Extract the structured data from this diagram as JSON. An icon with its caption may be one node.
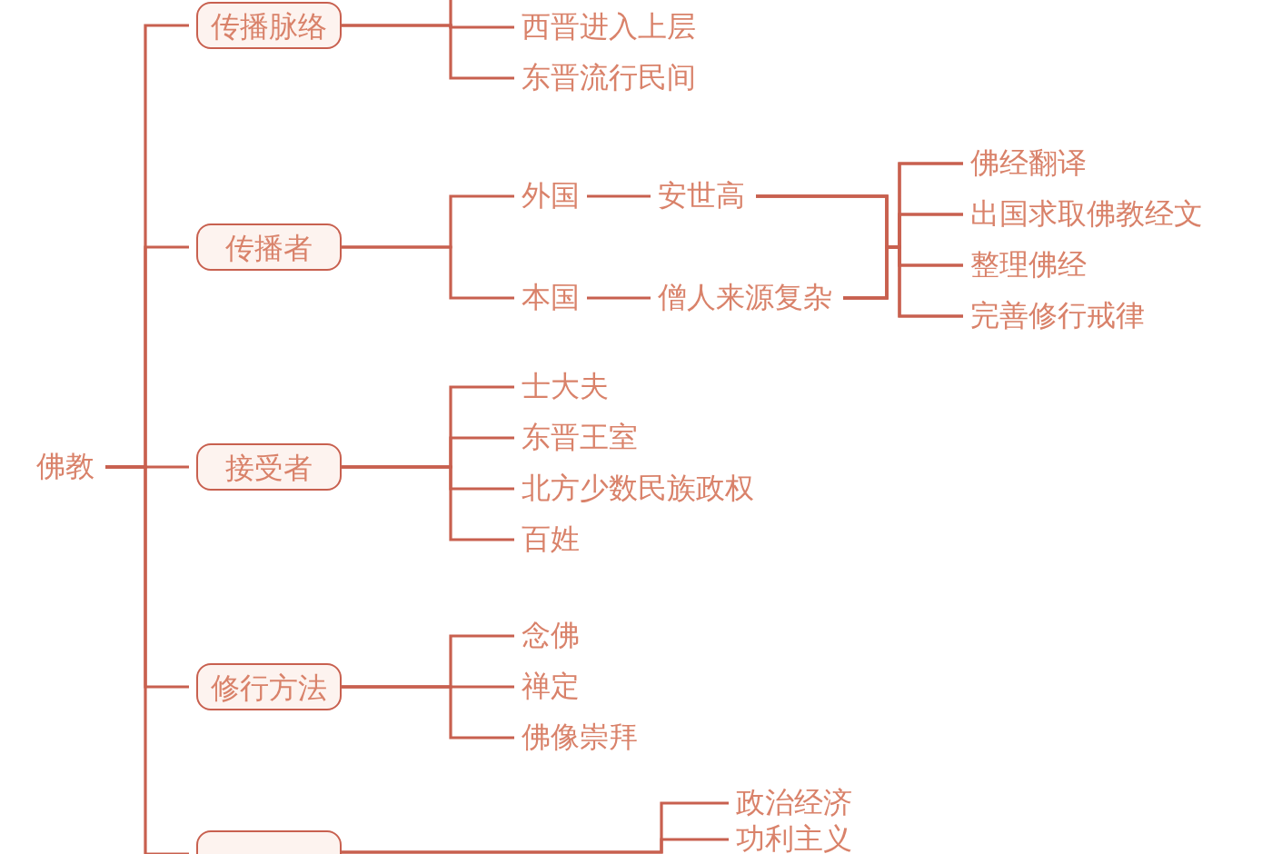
{
  "diagram": {
    "nodes": [
      {
        "text": [
          "佛教"
        ]
      },
      {
        "text": [
          "传播脉络"
        ]
      },
      {
        "text": [
          "西晋进入上层"
        ]
      },
      {
        "text": [
          "东晋流行民间"
        ]
      },
      {
        "text": [
          "传播者"
        ]
      },
      {
        "text": [
          "外国"
        ]
      },
      {
        "text": [
          "安世高"
        ]
      },
      {
        "text": [
          "本国"
        ]
      },
      {
        "text": [
          "僧人来源复杂"
        ]
      },
      {
        "text": [
          "佛经翻译"
        ]
      },
      {
        "text": [
          "出国求取佛教经文"
        ]
      },
      {
        "text": [
          "整理佛经"
        ]
      },
      {
        "text": [
          "完善修行戒律"
        ]
      },
      {
        "text": [
          "接受者"
        ]
      },
      {
        "text": [
          "士大夫"
        ]
      },
      {
        "text": [
          "东晋王室"
        ]
      },
      {
        "text": [
          "北方少数民族政权"
        ]
      },
      {
        "text": [
          "百姓"
        ]
      },
      {
        "text": [
          "修行方法"
        ]
      },
      {
        "text": [
          "念佛"
        ]
      },
      {
        "text": [
          "禅定"
        ]
      },
      {
        "text": [
          "佛像崇拜"
        ]
      },
      {
        "text": [],
        "shape": "box"
      },
      {
        "text": [
          "政治经济"
        ]
      },
      {
        "text": [
          "功利主义"
        ]
      }
    ],
    "edges": [
      {
        "from": 0,
        "to": 1,
        "arrow": "none"
      },
      {
        "from": 0,
        "to": 4,
        "arrow": "none"
      },
      {
        "from": 0,
        "to": 13,
        "arrow": "none"
      },
      {
        "from": 0,
        "to": 18,
        "arrow": "none"
      },
      {
        "from": 0,
        "to": 22,
        "arrow": "none"
      },
      {
        "from": 1,
        "to": 2,
        "arrow": "none"
      },
      {
        "from": 1,
        "to": 3,
        "arrow": "none"
      },
      {
        "from": 4,
        "to": 5,
        "arrow": "none"
      },
      {
        "from": 4,
        "to": 7,
        "arrow": "none"
      },
      {
        "from": 5,
        "to": 6,
        "arrow": "none"
      },
      {
        "from": 7,
        "to": 8,
        "arrow": "none"
      },
      {
        "from": 6,
        "to": 9,
        "arrow": "none"
      },
      {
        "from": 6,
        "to": 10,
        "arrow": "none"
      },
      {
        "from": 6,
        "to": 11,
        "arrow": "none"
      },
      {
        "from": 6,
        "to": 12,
        "arrow": "none"
      },
      {
        "from": 8,
        "to": 9,
        "arrow": "none"
      },
      {
        "from": 8,
        "to": 10,
        "arrow": "none"
      },
      {
        "from": 8,
        "to": 11,
        "arrow": "none"
      },
      {
        "from": 8,
        "to": 12,
        "arrow": "none"
      },
      {
        "from": 13,
        "to": 14,
        "arrow": "none"
      },
      {
        "from": 13,
        "to": 15,
        "arrow": "none"
      },
      {
        "from": 13,
        "to": 16,
        "arrow": "none"
      },
      {
        "from": 13,
        "to": 17,
        "arrow": "none"
      },
      {
        "from": 18,
        "to": 19,
        "arrow": "none"
      },
      {
        "from": 18,
        "to": 20,
        "arrow": "none"
      },
      {
        "from": 18,
        "to": 21,
        "arrow": "none"
      },
      {
        "from": 22,
        "to": 23,
        "arrow": "none"
      },
      {
        "from": 22,
        "to": 24,
        "arrow": "none"
      }
    ]
  }
}
